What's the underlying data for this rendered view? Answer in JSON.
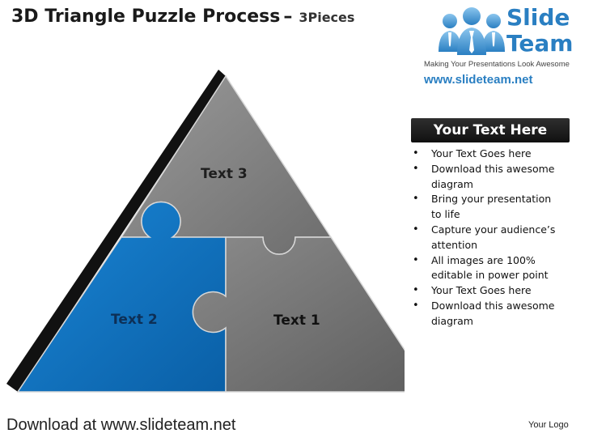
{
  "slide": {
    "title_main": "3D Triangle Puzzle Process",
    "title_dash": "–",
    "title_sub": "3Pieces"
  },
  "logo": {
    "word1": "Slide",
    "word2": "Team",
    "tagline": "Making Your Presentations Look Awesome",
    "url": "www.slideteam.net",
    "brand_color": "#2a7fc2"
  },
  "puzzle": {
    "pieces": [
      {
        "label": "Text 3",
        "color": "#7f7f7f"
      },
      {
        "label": "Text 2",
        "color": "#0c6fbd"
      },
      {
        "label": "Text 1",
        "color": "#6e6e6e"
      }
    ]
  },
  "text_box": {
    "header": "Your Text Here",
    "bullet_glyph": "•",
    "bullets": [
      [
        "Your Text Goes here"
      ],
      [
        "Download this awesome",
        "diagram"
      ],
      [
        "Bring your presentation",
        "to life"
      ],
      [
        "Capture your audience’s",
        "attention"
      ],
      [
        "All images are 100%",
        "editable in power point"
      ],
      [
        "Your Text Goes here"
      ],
      [
        "Download this awesome",
        "diagram"
      ]
    ]
  },
  "footer": {
    "download_text": "Download at www.slideteam.net",
    "logo_text": "Your Logo"
  }
}
